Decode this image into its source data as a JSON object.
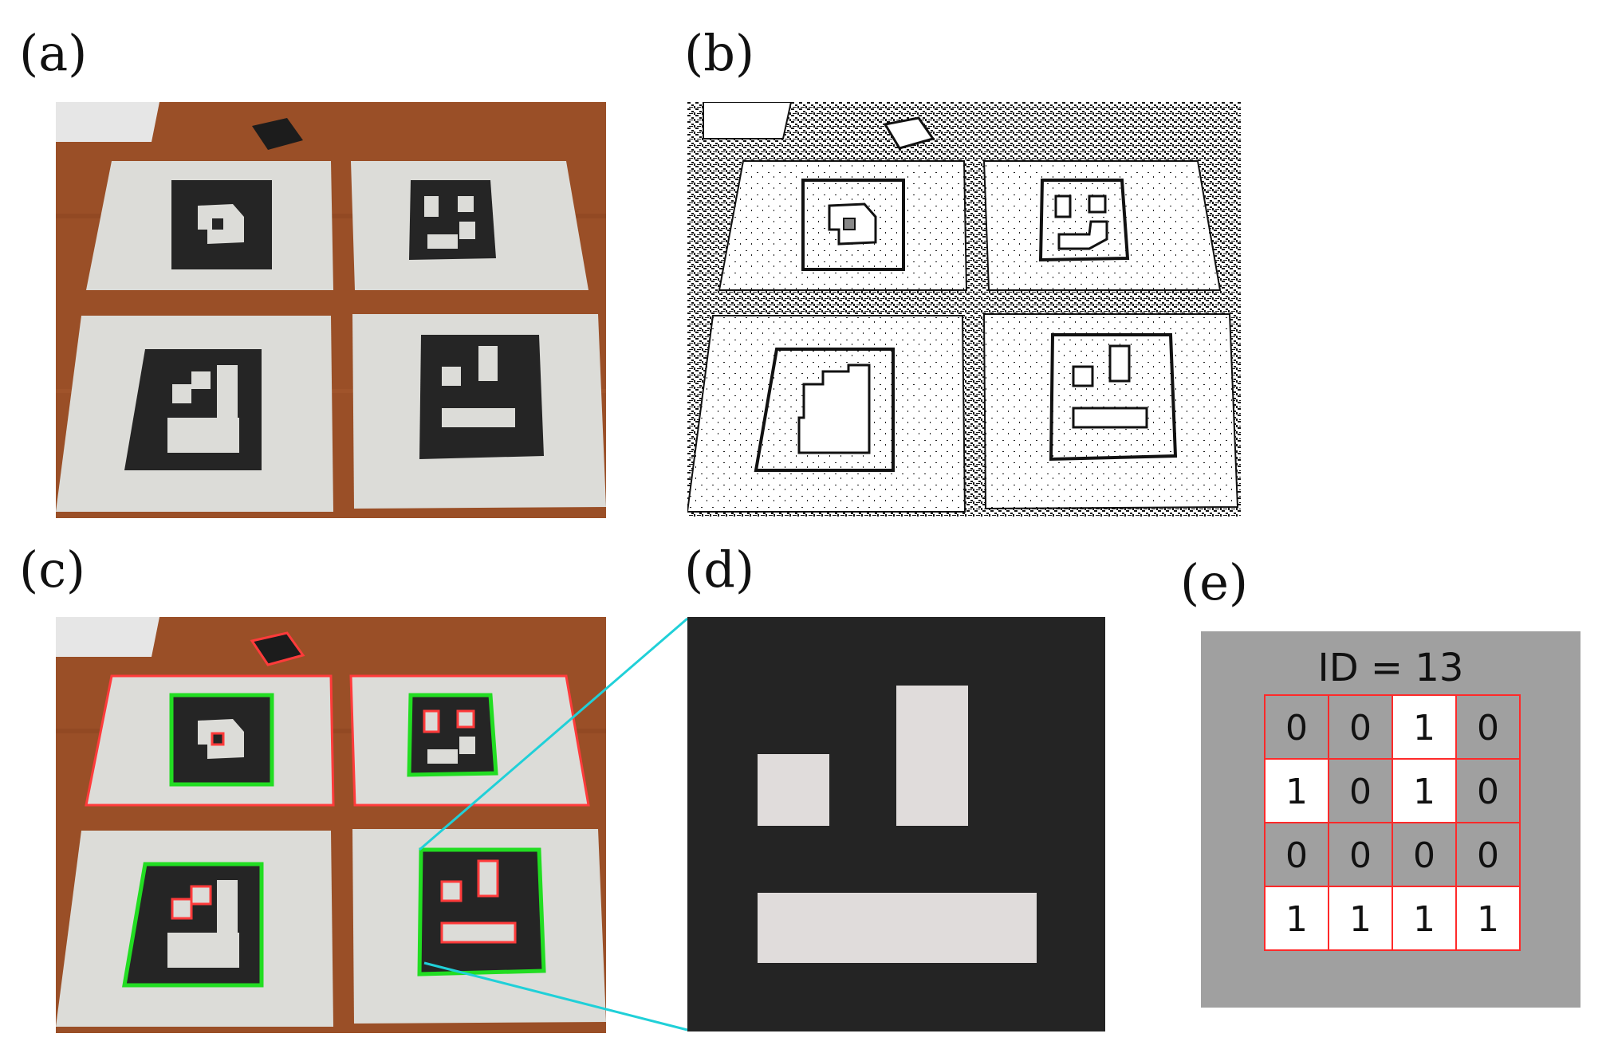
{
  "labels": {
    "a": "(a)",
    "b": "(b)",
    "c": "(c)",
    "d": "(d)",
    "e": "(e)"
  },
  "colors": {
    "wood": "#9a4f27",
    "paper": "#dcdcd8",
    "marker": "#252525",
    "detect_outer": "#ff3b3b",
    "detect_marker": "#22dd22",
    "zoom_line": "#20d0d8",
    "grid_gray": "#a0a0a0",
    "grid_line": "#ff2a2a"
  },
  "id_panel": {
    "title": "ID = 13",
    "bits": [
      [
        0,
        0,
        1,
        0
      ],
      [
        1,
        0,
        1,
        0
      ],
      [
        0,
        0,
        0,
        0
      ],
      [
        1,
        1,
        1,
        1
      ]
    ]
  }
}
